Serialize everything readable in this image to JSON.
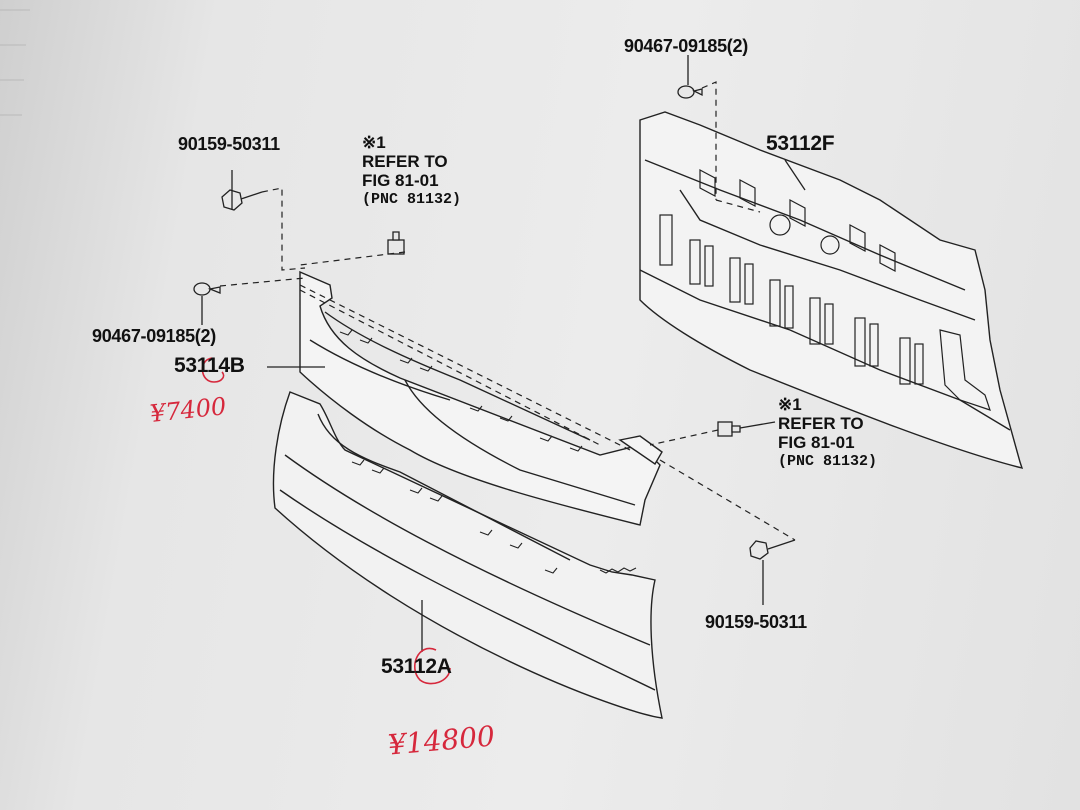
{
  "parts": {
    "clip_top_right": "90467-09185(2)",
    "bracket_right": "53112F",
    "bolt_left": "90159-50311",
    "clip_left": "90467-09185(2)",
    "grille_upper": "53114B",
    "grille_lower": "53112A",
    "bolt_right": "90159-50311"
  },
  "refer_left": {
    "mark": "※1",
    "line1": "REFER TO",
    "line2": "FIG 81-01",
    "pnc": "(PNC 81132)"
  },
  "refer_right": {
    "mark": "※1",
    "line1": "REFER TO",
    "line2": "FIG 81-01",
    "pnc": "(PNC 81132)"
  },
  "handwritten": {
    "price_upper": "¥7400",
    "price_lower": "¥14800",
    "circle_color": "#d6283c"
  }
}
